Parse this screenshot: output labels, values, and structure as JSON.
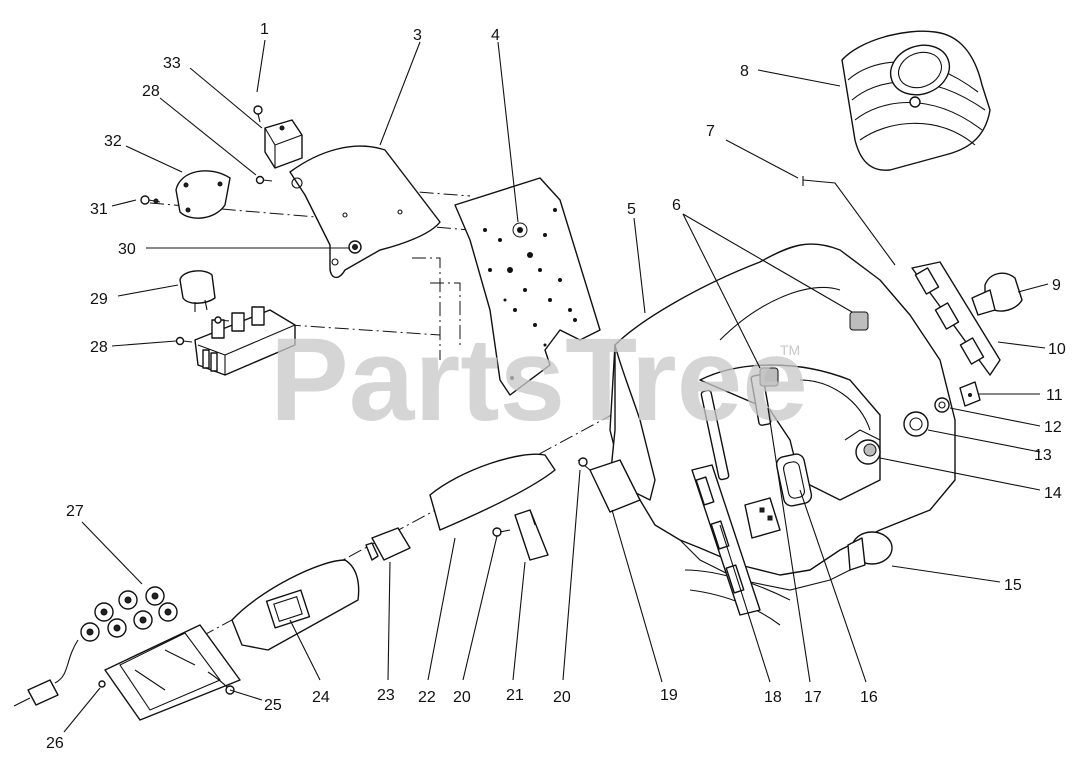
{
  "watermark": {
    "text": "PartsTree",
    "tm": "TM"
  },
  "callouts": [
    {
      "id": "1",
      "label": "1"
    },
    {
      "id": "33",
      "label": "33"
    },
    {
      "id": "3",
      "label": "3"
    },
    {
      "id": "4",
      "label": "4"
    },
    {
      "id": "28a",
      "label": "28"
    },
    {
      "id": "32",
      "label": "32"
    },
    {
      "id": "31",
      "label": "31"
    },
    {
      "id": "30",
      "label": "30"
    },
    {
      "id": "29",
      "label": "29"
    },
    {
      "id": "28b",
      "label": "28"
    },
    {
      "id": "5",
      "label": "5"
    },
    {
      "id": "6",
      "label": "6"
    },
    {
      "id": "7",
      "label": "7"
    },
    {
      "id": "8",
      "label": "8"
    },
    {
      "id": "9",
      "label": "9"
    },
    {
      "id": "10",
      "label": "10"
    },
    {
      "id": "11",
      "label": "11"
    },
    {
      "id": "12",
      "label": "12"
    },
    {
      "id": "13",
      "label": "13"
    },
    {
      "id": "14",
      "label": "14"
    },
    {
      "id": "15",
      "label": "15"
    },
    {
      "id": "16",
      "label": "16"
    },
    {
      "id": "17",
      "label": "17"
    },
    {
      "id": "18",
      "label": "18"
    },
    {
      "id": "19",
      "label": "19"
    },
    {
      "id": "20a",
      "label": "20"
    },
    {
      "id": "21",
      "label": "21"
    },
    {
      "id": "20b",
      "label": "20"
    },
    {
      "id": "22",
      "label": "22"
    },
    {
      "id": "23",
      "label": "23"
    },
    {
      "id": "24",
      "label": "24"
    },
    {
      "id": "25",
      "label": "25"
    },
    {
      "id": "26",
      "label": "26"
    },
    {
      "id": "27",
      "label": "27"
    }
  ]
}
